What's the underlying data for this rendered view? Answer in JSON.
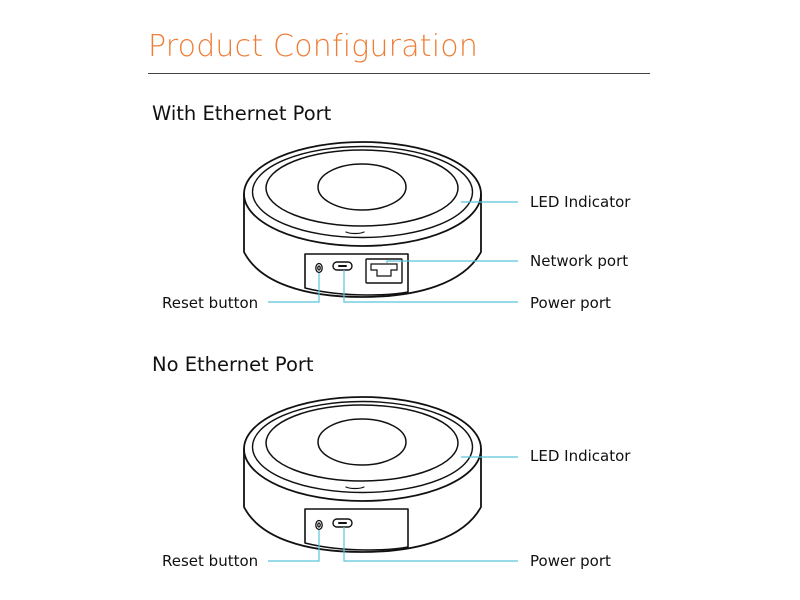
{
  "header": {
    "title": "Product Configuration"
  },
  "sections": [
    {
      "heading": "With Ethernet Port",
      "callouts": {
        "led": "LED Indicator",
        "network": "Network port",
        "power": "Power port",
        "reset": "Reset button"
      }
    },
    {
      "heading": "No Ethernet Port",
      "callouts": {
        "led": "LED Indicator",
        "power": "Power port",
        "reset": "Reset button"
      }
    }
  ],
  "colors": {
    "title": "#ee7d37",
    "outline": "#111111",
    "leader_line": "#5bc4dc",
    "rule": "#444444"
  }
}
